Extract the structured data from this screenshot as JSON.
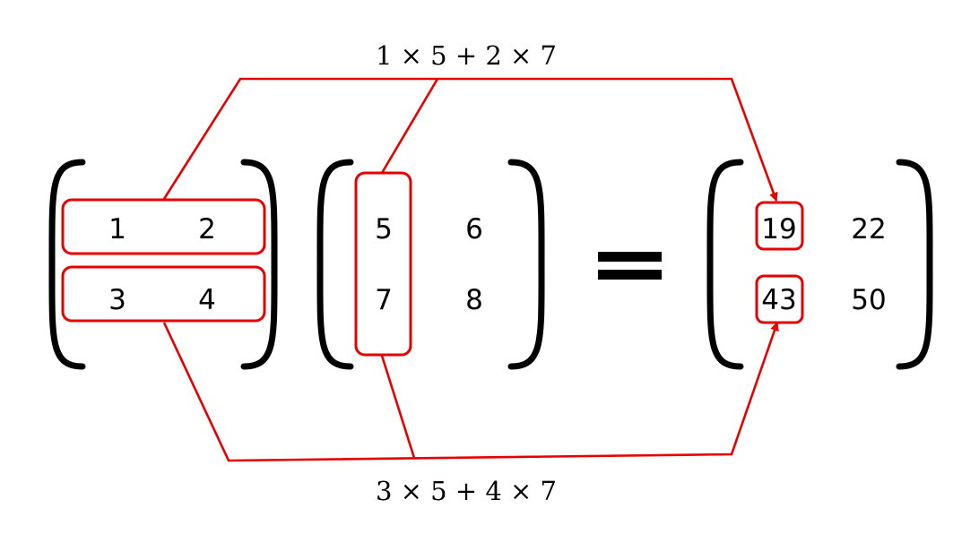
{
  "colors": {
    "highlight": "#e60000",
    "ink": "#000000"
  },
  "matrix_a": {
    "rows": [
      [
        "1",
        "2"
      ],
      [
        "3",
        "4"
      ]
    ]
  },
  "matrix_b": {
    "rows": [
      [
        "5",
        "6"
      ],
      [
        "7",
        "8"
      ]
    ]
  },
  "result": {
    "rows": [
      [
        "19",
        "22"
      ],
      [
        "43",
        "50"
      ]
    ]
  },
  "formulas": {
    "top": "1 × 5 + 2 × 7",
    "bottom": "3 × 5 + 4 × 7"
  }
}
